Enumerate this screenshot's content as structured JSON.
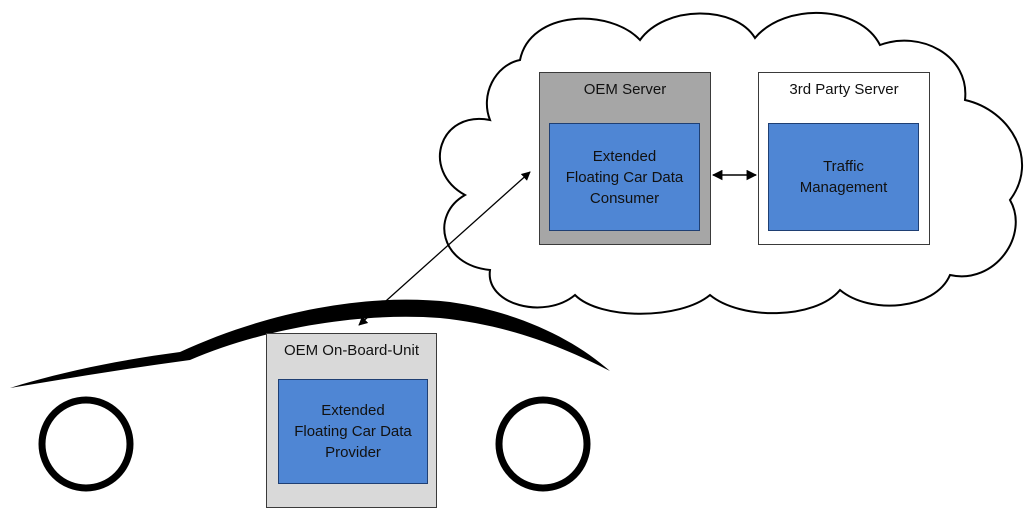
{
  "colors": {
    "component_fill": "#4f86d4",
    "oem_server_fill": "#a6a6a6",
    "third_party_fill": "#ffffff",
    "onboard_unit_fill": "#d9d9d9",
    "outline": "#000000"
  },
  "cloud": {
    "icon": "cloud-shape"
  },
  "car": {
    "icon": "car-silhouette"
  },
  "oem_server": {
    "title": "OEM Server",
    "component": {
      "label": "Extended\nFloating Car Data\nConsumer"
    }
  },
  "third_party_server": {
    "title": "3rd Party Server",
    "component": {
      "label": "Traffic\nManagement"
    }
  },
  "onboard_unit": {
    "title": "OEM On-Board-Unit",
    "component": {
      "label": "Extended\nFloating Car Data\nProvider"
    }
  },
  "connections": [
    {
      "from": "Extended Floating Car Data Consumer",
      "to": "Traffic Management",
      "direction": "bidirectional"
    },
    {
      "from": "Extended Floating Car Data Provider",
      "to": "Extended Floating Car Data Consumer",
      "direction": "bidirectional"
    }
  ]
}
